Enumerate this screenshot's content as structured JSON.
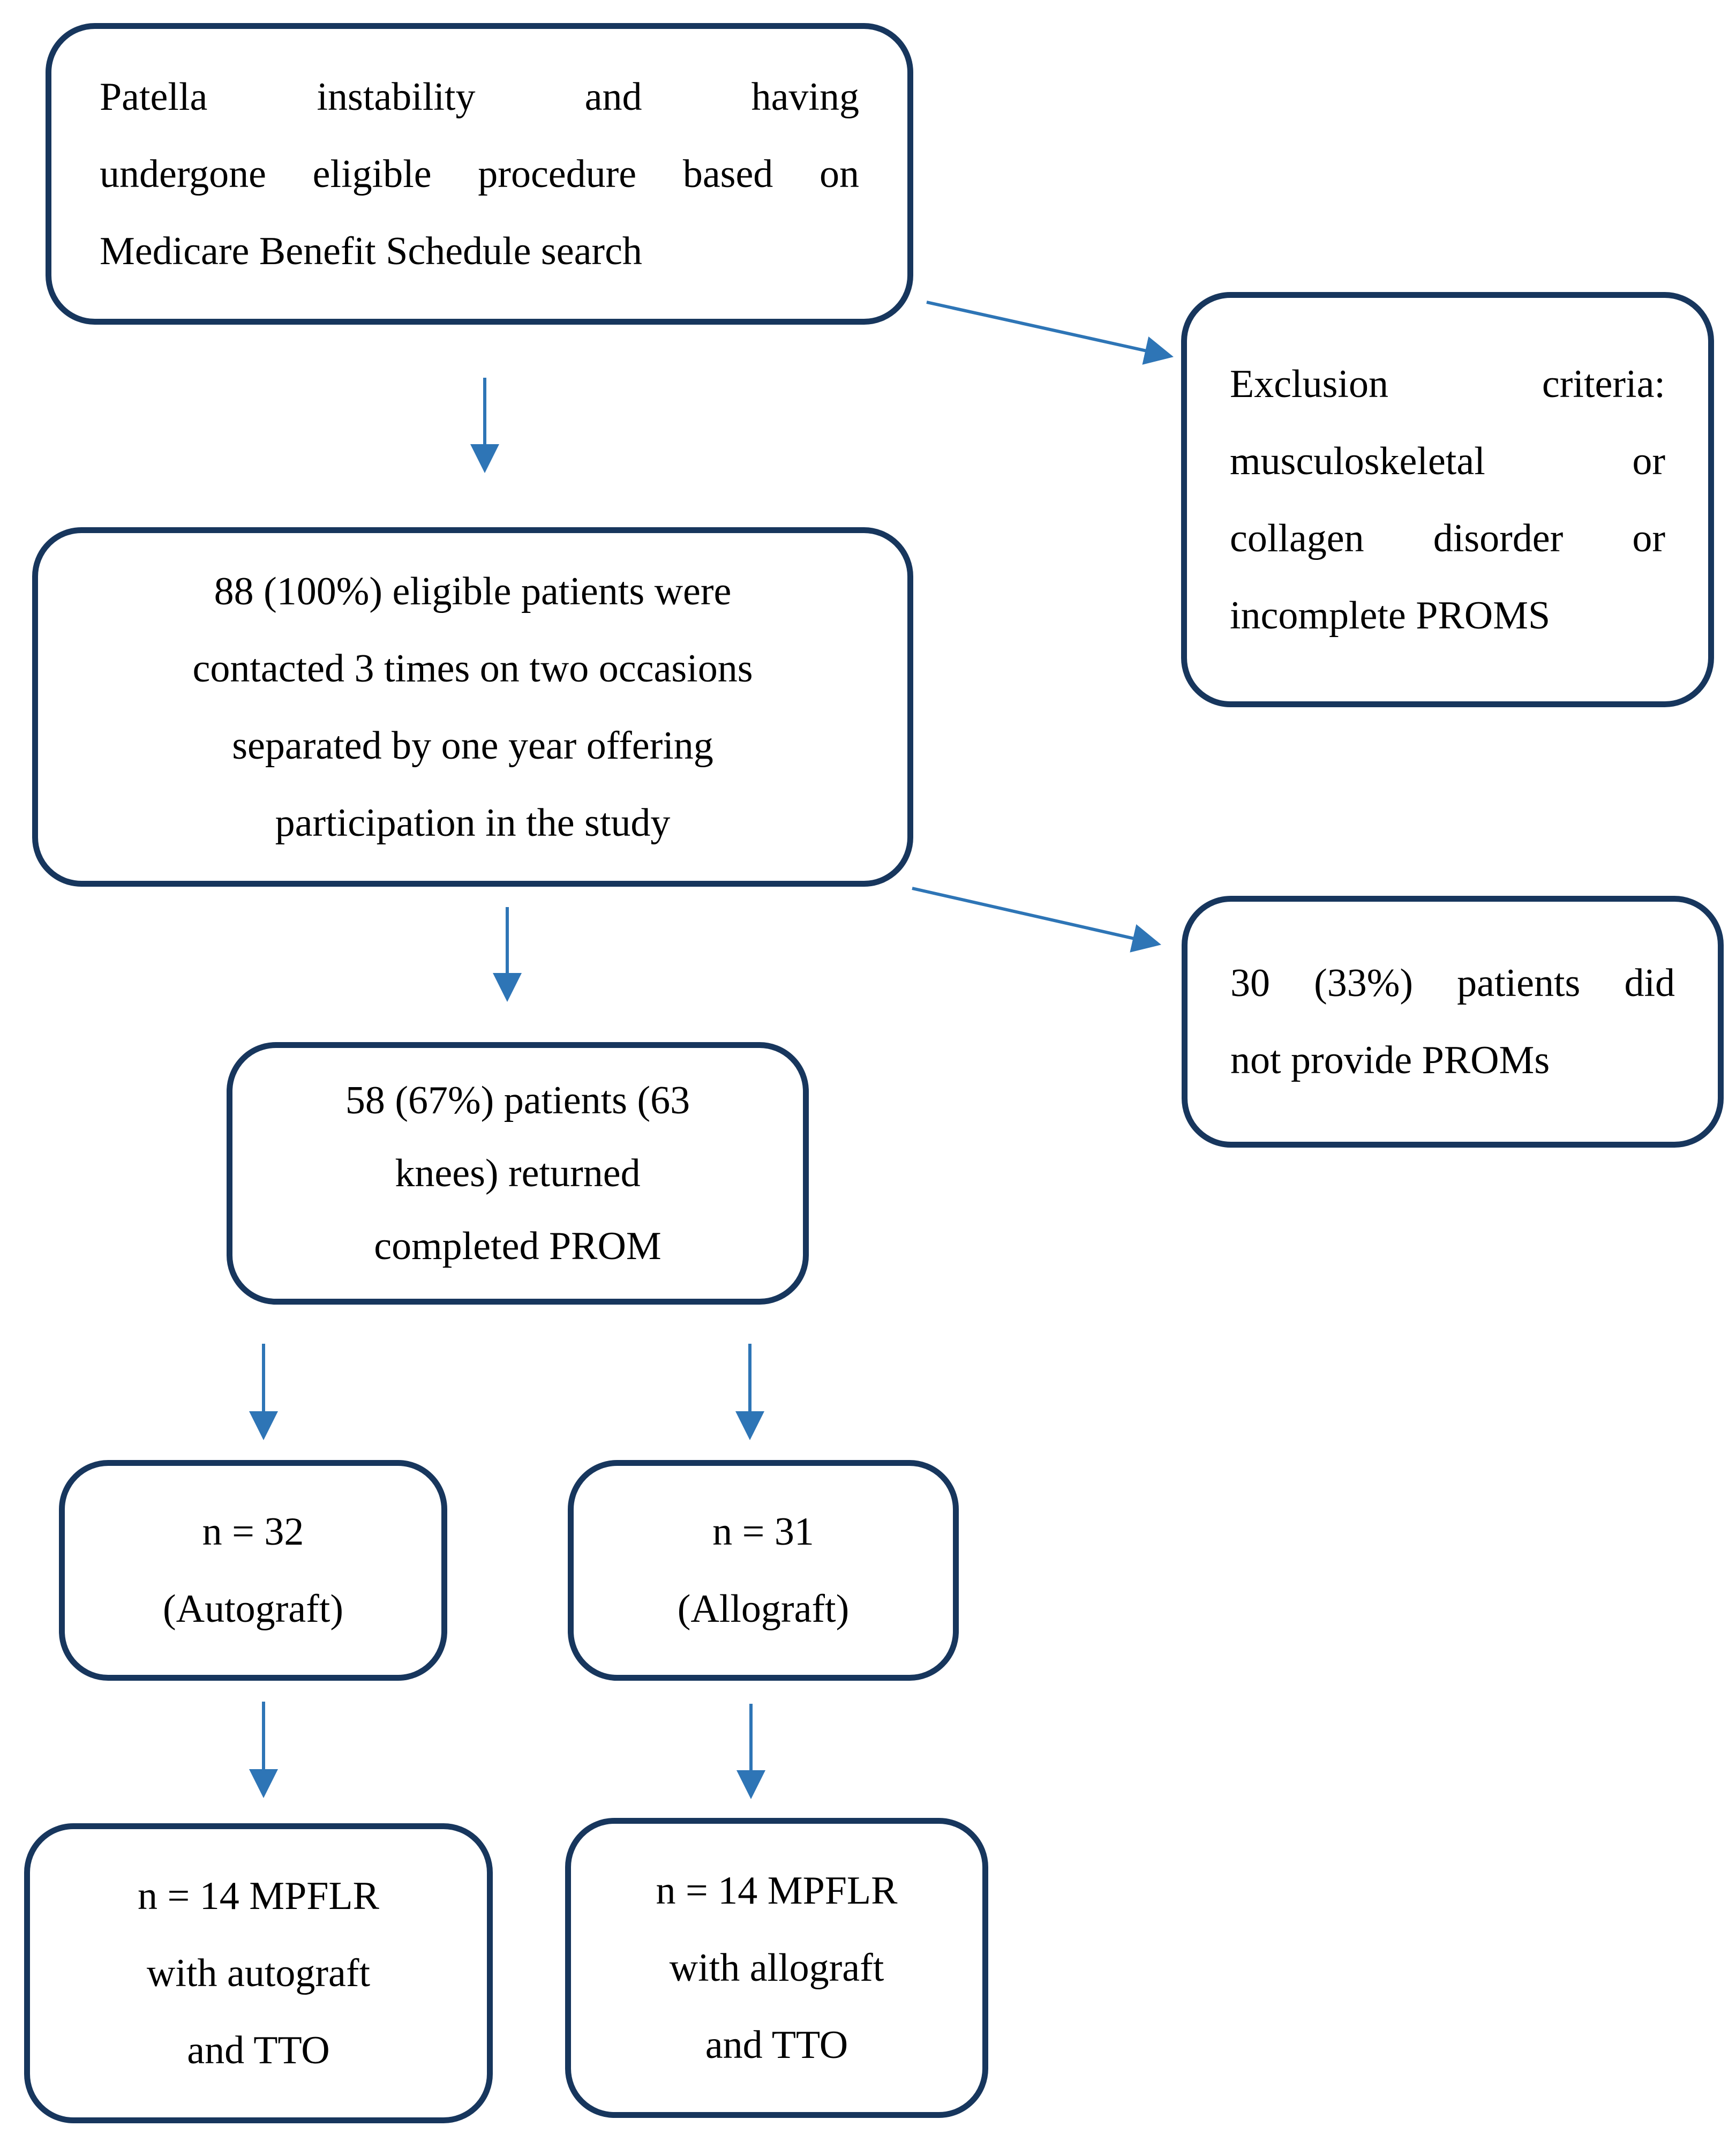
{
  "diagram": {
    "boxes": {
      "eligibility": {
        "lines": [
          "Patella instability and having",
          "undergone eligible procedure based on",
          "Medicare Benefit Schedule search"
        ]
      },
      "exclusion": {
        "lines": [
          "Exclusion criteria:",
          "musculoskeletal or",
          "collagen disorder or",
          "incomplete PROMS"
        ]
      },
      "contacted": {
        "lines": [
          "88 (100%) eligible patients were",
          "contacted 3 times on two occasions",
          "separated by one year offering",
          "participation in the study"
        ]
      },
      "no_proms": {
        "lines": [
          "30 (33%) patients did",
          "not provide PROMs"
        ]
      },
      "returned": {
        "lines": [
          "58 (67%) patients (63",
          "knees) returned",
          "completed PROM"
        ]
      },
      "autograft": {
        "lines": [
          "n = 32",
          "(Autograft)"
        ]
      },
      "allograft": {
        "lines": [
          "n = 31",
          "(Allograft)"
        ]
      },
      "autograft_tto": {
        "lines": [
          "n = 14 MPFLR",
          "with autograft",
          "and TTO"
        ]
      },
      "allograft_tto": {
        "lines": [
          "n = 14 MPFLR",
          "with allograft",
          "and TTO"
        ]
      }
    },
    "colors": {
      "box_border": "#17365D",
      "arrow": "#2E75B6",
      "text": "#000000",
      "background": "#FFFFFF"
    }
  }
}
